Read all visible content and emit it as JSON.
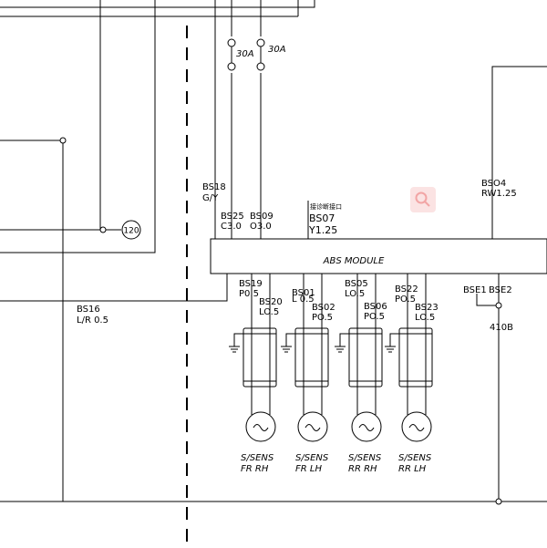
{
  "fuses": [
    {
      "label": "30A"
    },
    {
      "label": "30A"
    }
  ],
  "module": {
    "label": "ABS MODULE"
  },
  "wires": {
    "bs18": {
      "code": "BS18",
      "spec": "G/Y"
    },
    "bs25": {
      "code": "BS25",
      "spec": "C3.0"
    },
    "bs09": {
      "code": "BS09",
      "spec": "O3.0"
    },
    "bs07": {
      "code": "BS07",
      "spec": "Y1.25",
      "note": "接诊断接口"
    },
    "bs04": {
      "code": "BSO4",
      "spec": "RW1.25"
    },
    "bs16": {
      "code": "BS16",
      "spec": "L/R 0.5"
    },
    "bs19": {
      "code": "BS19",
      "spec": "P0.5"
    },
    "bs20": {
      "code": "BS20",
      "spec": "LO.5"
    },
    "bs01": {
      "code": "BS01",
      "spec": "L 0.5"
    },
    "bs02": {
      "code": "BS02",
      "spec": "PO.5"
    },
    "bs05": {
      "code": "BS05",
      "spec": "LO.5"
    },
    "bs06": {
      "code": "BS06",
      "spec": "PO.5"
    },
    "bs22": {
      "code": "BS22",
      "spec": "PO.5"
    },
    "bs23": {
      "code": "BS23",
      "spec": "LO.5"
    },
    "bse1": {
      "code": "BSE1"
    },
    "bse2": {
      "code": "BSE2"
    }
  },
  "connector": {
    "ref": "120"
  },
  "ground": {
    "label": "410B"
  },
  "sensors": [
    {
      "line1": "S/SENS",
      "line2": "FR RH"
    },
    {
      "line1": "S/SENS",
      "line2": "FR LH"
    },
    {
      "line1": "S/SENS",
      "line2": "RR RH"
    },
    {
      "line1": "S/SENS",
      "line2": "RR LH"
    }
  ]
}
